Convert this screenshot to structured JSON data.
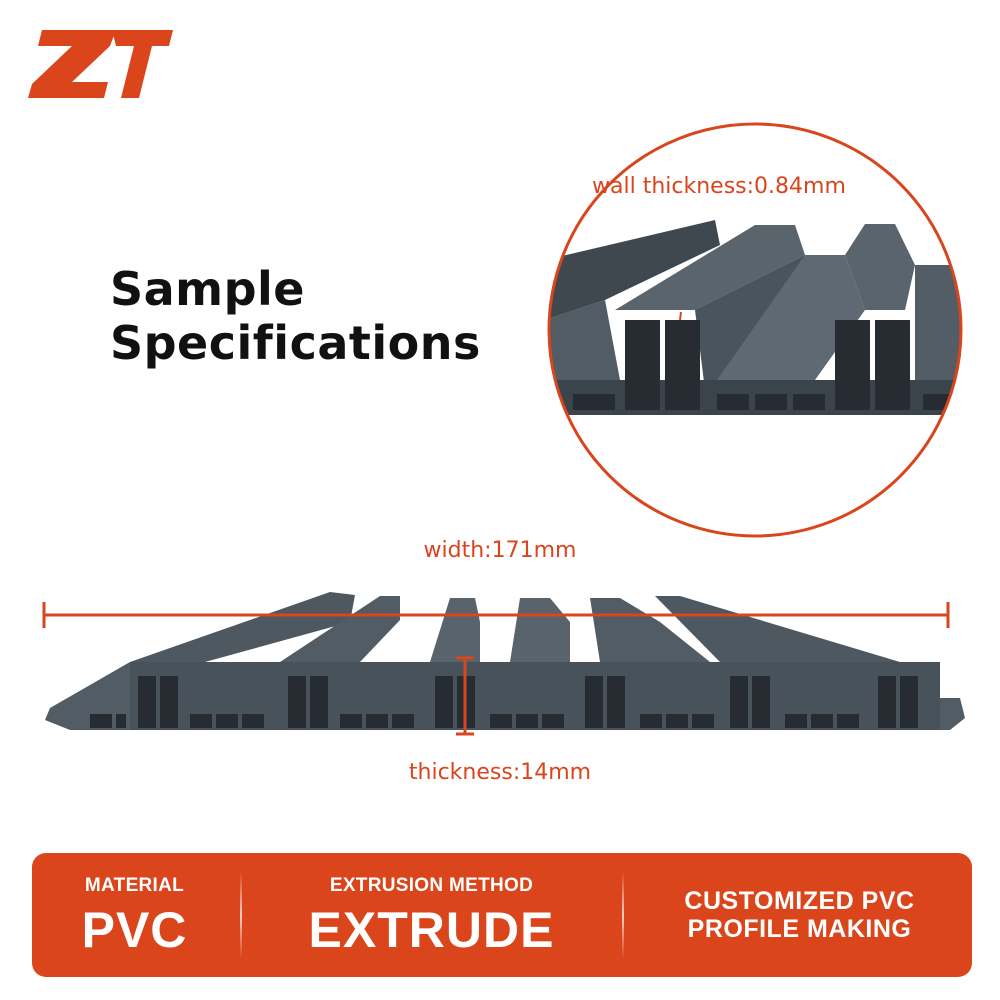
{
  "brand": {
    "logo_text": "ZT",
    "accent_color": "#db451b"
  },
  "heading": {
    "line1": "Sample",
    "line2": "Specifications"
  },
  "detail_view": {
    "wall_thickness_label": "wall thickness:0.84mm"
  },
  "dimensions": {
    "width_label": "width:171mm",
    "thickness_label": "thickness:14mm"
  },
  "banner": {
    "material": {
      "caption": "MATERIAL",
      "value": "PVC"
    },
    "method": {
      "caption": "EXTRUSION METHOD",
      "value": "EXTRUDE"
    },
    "service": {
      "line1": "CUSTOMIZED PVC",
      "line2": "PROFILE MAKING"
    }
  }
}
